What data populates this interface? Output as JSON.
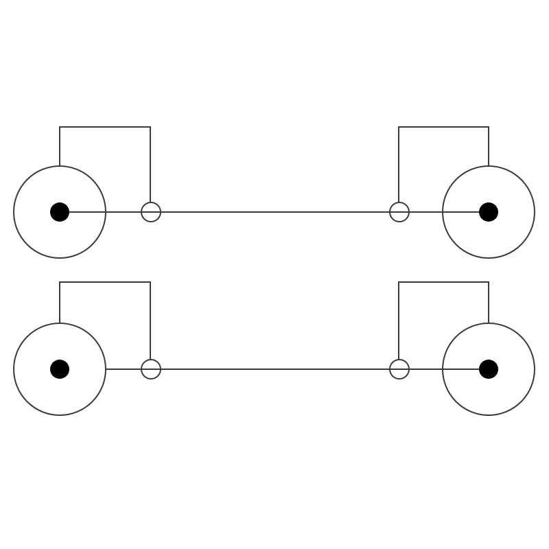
{
  "diagram": {
    "kind": "dual RCA cable wiring",
    "colors": {
      "background": "#ffffff",
      "line": "#3a3a3a",
      "pin": "#000000"
    },
    "cables": [
      {
        "id": "cable-1",
        "left_connector": "rca-jack",
        "right_connector": "rca-jack"
      },
      {
        "id": "cable-2",
        "left_connector": "rca-jack",
        "right_connector": "rca-jack"
      }
    ]
  }
}
